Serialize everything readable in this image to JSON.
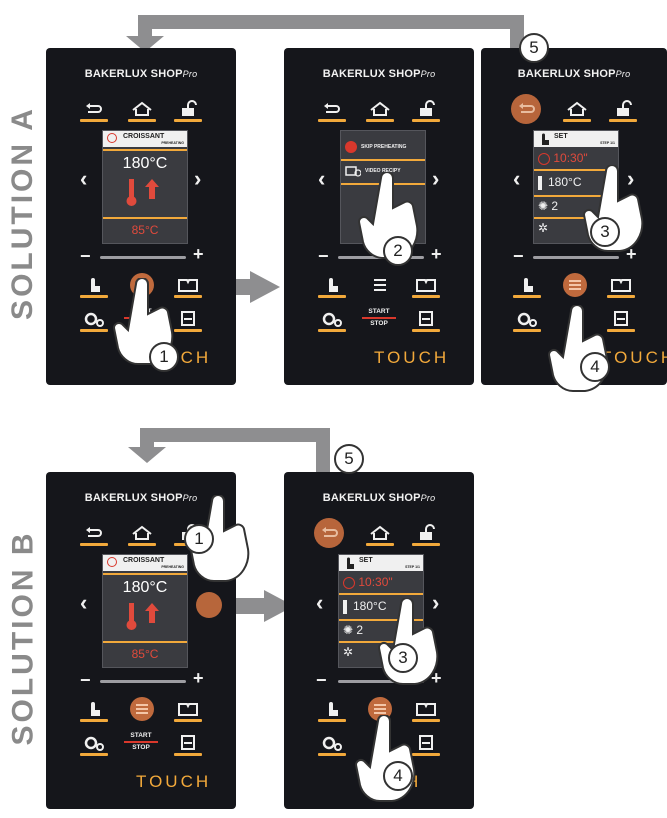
{
  "labels": {
    "solution_a": "SOLUTION A",
    "solution_b": "SOLUTION B"
  },
  "panel": {
    "brand": "BAKERLUX SHOP",
    "brand_suffix": "Pro",
    "touch": "TOUCH",
    "start": "START",
    "stop": "STOP",
    "minus": "−",
    "plus": "+",
    "left_chevron": "‹",
    "right_chevron": "›"
  },
  "program_screen": {
    "title": "CROISSANT",
    "subtitle": "PREHEATING",
    "temperature": "180°C",
    "core_temperature": "85°C"
  },
  "preheat_screen": {
    "skip_label": "SKIP PREHEATING",
    "video_label": "VIDEO RECIPY"
  },
  "set_screen": {
    "title": "SET",
    "subtitle": "STEP 1/1",
    "time": "10:30\"",
    "temp": "180°C",
    "fan": "2"
  },
  "steps": [
    "1",
    "2",
    "3",
    "4",
    "5"
  ],
  "colors": {
    "panel_bg": "#15161b",
    "accent_orange": "#f2a93b",
    "button_orange": "#c06a3d",
    "alert_red": "#d9382c",
    "arrow_gray": "#8e8e90",
    "label_gray": "#8a8a8a"
  },
  "icons": [
    "back-icon",
    "home-icon",
    "lock-icon",
    "hand-icon",
    "menu-icon",
    "book-icon",
    "settings-icon",
    "save-icon",
    "thermometer-icon",
    "clock-icon",
    "fan-icon",
    "pointing-hand-icon"
  ]
}
